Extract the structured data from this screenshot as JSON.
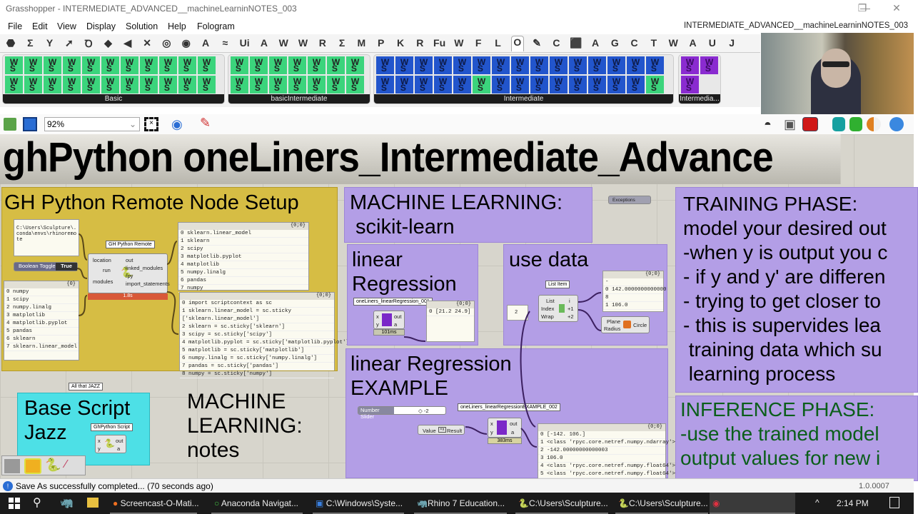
{
  "window": {
    "title": "Grasshopper - INTERMEDIATE_ADVANCED__machineLearninNOTES_003",
    "doc_name": "INTERMEDIATE_ADVANCED__machineLearninNOTES_003",
    "controls": {
      "minimize": "—",
      "restore": "❐",
      "close": "✕"
    }
  },
  "menu": [
    "File",
    "Edit",
    "View",
    "Display",
    "Solution",
    "Help",
    "Fologram"
  ],
  "tabs": [
    "⬣",
    "Σ",
    "Y",
    "➚",
    "Ꝺ",
    "◆",
    "◀",
    "✕",
    "◎",
    "◉",
    "A",
    "≈",
    "Ui",
    "A",
    "W",
    "W",
    "R",
    "Ʃ",
    "M",
    "P",
    "K",
    "R",
    "Fu",
    "W",
    "F",
    "L",
    "O",
    "✎",
    "C",
    "⬛",
    "A",
    "G",
    "C",
    "T",
    "W",
    "A",
    "U",
    "J"
  ],
  "active_tab": "O",
  "ribbon": {
    "panels": [
      {
        "label": "Basic",
        "cols": 11,
        "colors": [
          "g"
        ]
      },
      {
        "label": "basicIntermediate",
        "cols": 7,
        "colors": [
          "g"
        ]
      },
      {
        "label": "Intermediate",
        "cols": 15,
        "colors": [
          "b"
        ]
      },
      {
        "label": "Intermedia...",
        "cols": 2,
        "colors": [
          "p"
        ]
      }
    ],
    "icon_glyph": "W\nS"
  },
  "canvas_toolbar": {
    "zoom": "92%"
  },
  "canvas": {
    "title": "ghPython oneLiners_Intermediate_Advance",
    "groups": {
      "remote_setup": {
        "title": "GH Python Remote Node Setup",
        "path_panel": "C:\\Users\\Sculpture\\.\nconda\\envs\\rhinoremo\nte",
        "boolean_toggle": {
          "label": "Boolean Toggle",
          "value": "True"
        },
        "remote_tag": "GH Python Remote",
        "remote_inputs": [
          "location",
          "run",
          "modules"
        ],
        "remote_outputs": [
          "out",
          "linked_modules",
          "rpy",
          "import_statements"
        ],
        "remote_time": "1.8s",
        "modules_panel": {
          "header": "{0}",
          "rows": [
            "0 numpy",
            "1 scipy",
            "2 numpy.linalg",
            "3 matplotlib",
            "4 matplotlib.pyplot",
            "5 pandas",
            "6 sklearn",
            "7 sklearn.linear_model"
          ]
        },
        "linked_panel": {
          "header": "{0;0}",
          "rows": [
            "0 sklearn.linear_model",
            "1 sklearn",
            "2 scipy",
            "3 matplotlib.pyplot",
            "4 matplotlib",
            "5 numpy.linalg",
            "6 pandas",
            "7 numpy"
          ]
        },
        "imports_panel": {
          "header": "{0;0}",
          "rows": [
            "0 import scriptcontext as sc",
            "1 sklearn.linear_model = sc.sticky",
            "  ['sklearn.linear_model']",
            "2 sklearn = sc.sticky['sklearn']",
            "3 scipy = sc.sticky['scipy']",
            "4 matplotlib.pyplot = sc.sticky['matplotlib.pyplot']",
            "5 matplotlib = sc.sticky['matplotlib']",
            "6 numpy.linalg = sc.sticky['numpy.linalg']",
            "7 pandas = sc.sticky['pandas']",
            "8 numpy = sc.sticky['numpy']"
          ]
        }
      },
      "ml_sklearn": {
        "title": "MACHINE LEARNING:\n scikit-learn"
      },
      "exceptions": "Exceptions",
      "linear_regression": {
        "title": "linear\nRegression",
        "tag": "oneLiners_linearRegression_001",
        "inputs": [
          "x",
          "y"
        ],
        "outputs": [
          "out",
          "a"
        ],
        "time": "101ms",
        "panel": {
          "header": "{0;0}",
          "rows": [
            "0 [21.2 24.9]"
          ]
        }
      },
      "use_data": {
        "title": "use data",
        "number": "2",
        "list_item_tag": "List Item",
        "list_inputs": [
          "List",
          "Index",
          "Wrap"
        ],
        "list_outputs": [
          "i",
          "+1",
          "+2"
        ],
        "panel": {
          "header": "{0;0}",
          "rows": [
            "-",
            "0 142.0000000000000",
            "  8",
            "1 106.0"
          ]
        },
        "circle": {
          "inputs": [
            "Plane",
            "Radius"
          ],
          "output": "Circle"
        }
      },
      "lr_example": {
        "title": "linear Regression\nEXAMPLE",
        "slider": {
          "label": "Number Slider",
          "value": "◇ -2"
        },
        "value_result": {
          "input": "Value",
          "output": "Result"
        },
        "tag": "oneLiners_linearRegressionEXAMPLE_002",
        "inputs": [
          "x",
          "y"
        ],
        "outputs": [
          "out",
          "a"
        ],
        "time": "383ms",
        "panel": {
          "header": "{0;0}",
          "rows": [
            "0 [-142.   106.]",
            "1 <class 'rpyc.core.netref.numpy.ndarray'>",
            "2 -142.00000000000003",
            "3 106.0",
            "4 <class 'rpyc.core.netref.numpy.float64'>",
            "5 <class 'rpyc.core.netref.numpy.float64'>"
          ]
        }
      },
      "training": {
        "title": "TRAINING PHASE:",
        "lines": [
          "model your desired out",
          "-when y is output you c",
          "- if y and y' are differen",
          "- trying to get closer to",
          "- this is supervides lea",
          " training data which su",
          " learning process"
        ]
      },
      "inference": {
        "title": "INFERENCE PHASE:",
        "lines": [
          "-use the trained model",
          "output values for new i"
        ]
      },
      "base_script": {
        "tag": "All that JAZZ",
        "title": "Base Script\nJazz",
        "script_tag": "GhPython Script",
        "inputs": [
          "x",
          "y"
        ],
        "outputs": [
          "out",
          "a"
        ]
      },
      "ml_notes": "MACHINE\nLEARNING:\nnotes"
    }
  },
  "status": {
    "message": "Save As successfully completed... (70 seconds ago)",
    "version": "1.0.0007"
  },
  "taskbar": {
    "items": [
      "Screencast-O-Mati...",
      "Anaconda Navigat...",
      "C:\\Windows\\Syste...",
      "Rhino 7 Education...",
      "C:\\Users\\Sculpture...",
      "C:\\Users\\Sculpture..."
    ],
    "time": "2:14 PM"
  }
}
